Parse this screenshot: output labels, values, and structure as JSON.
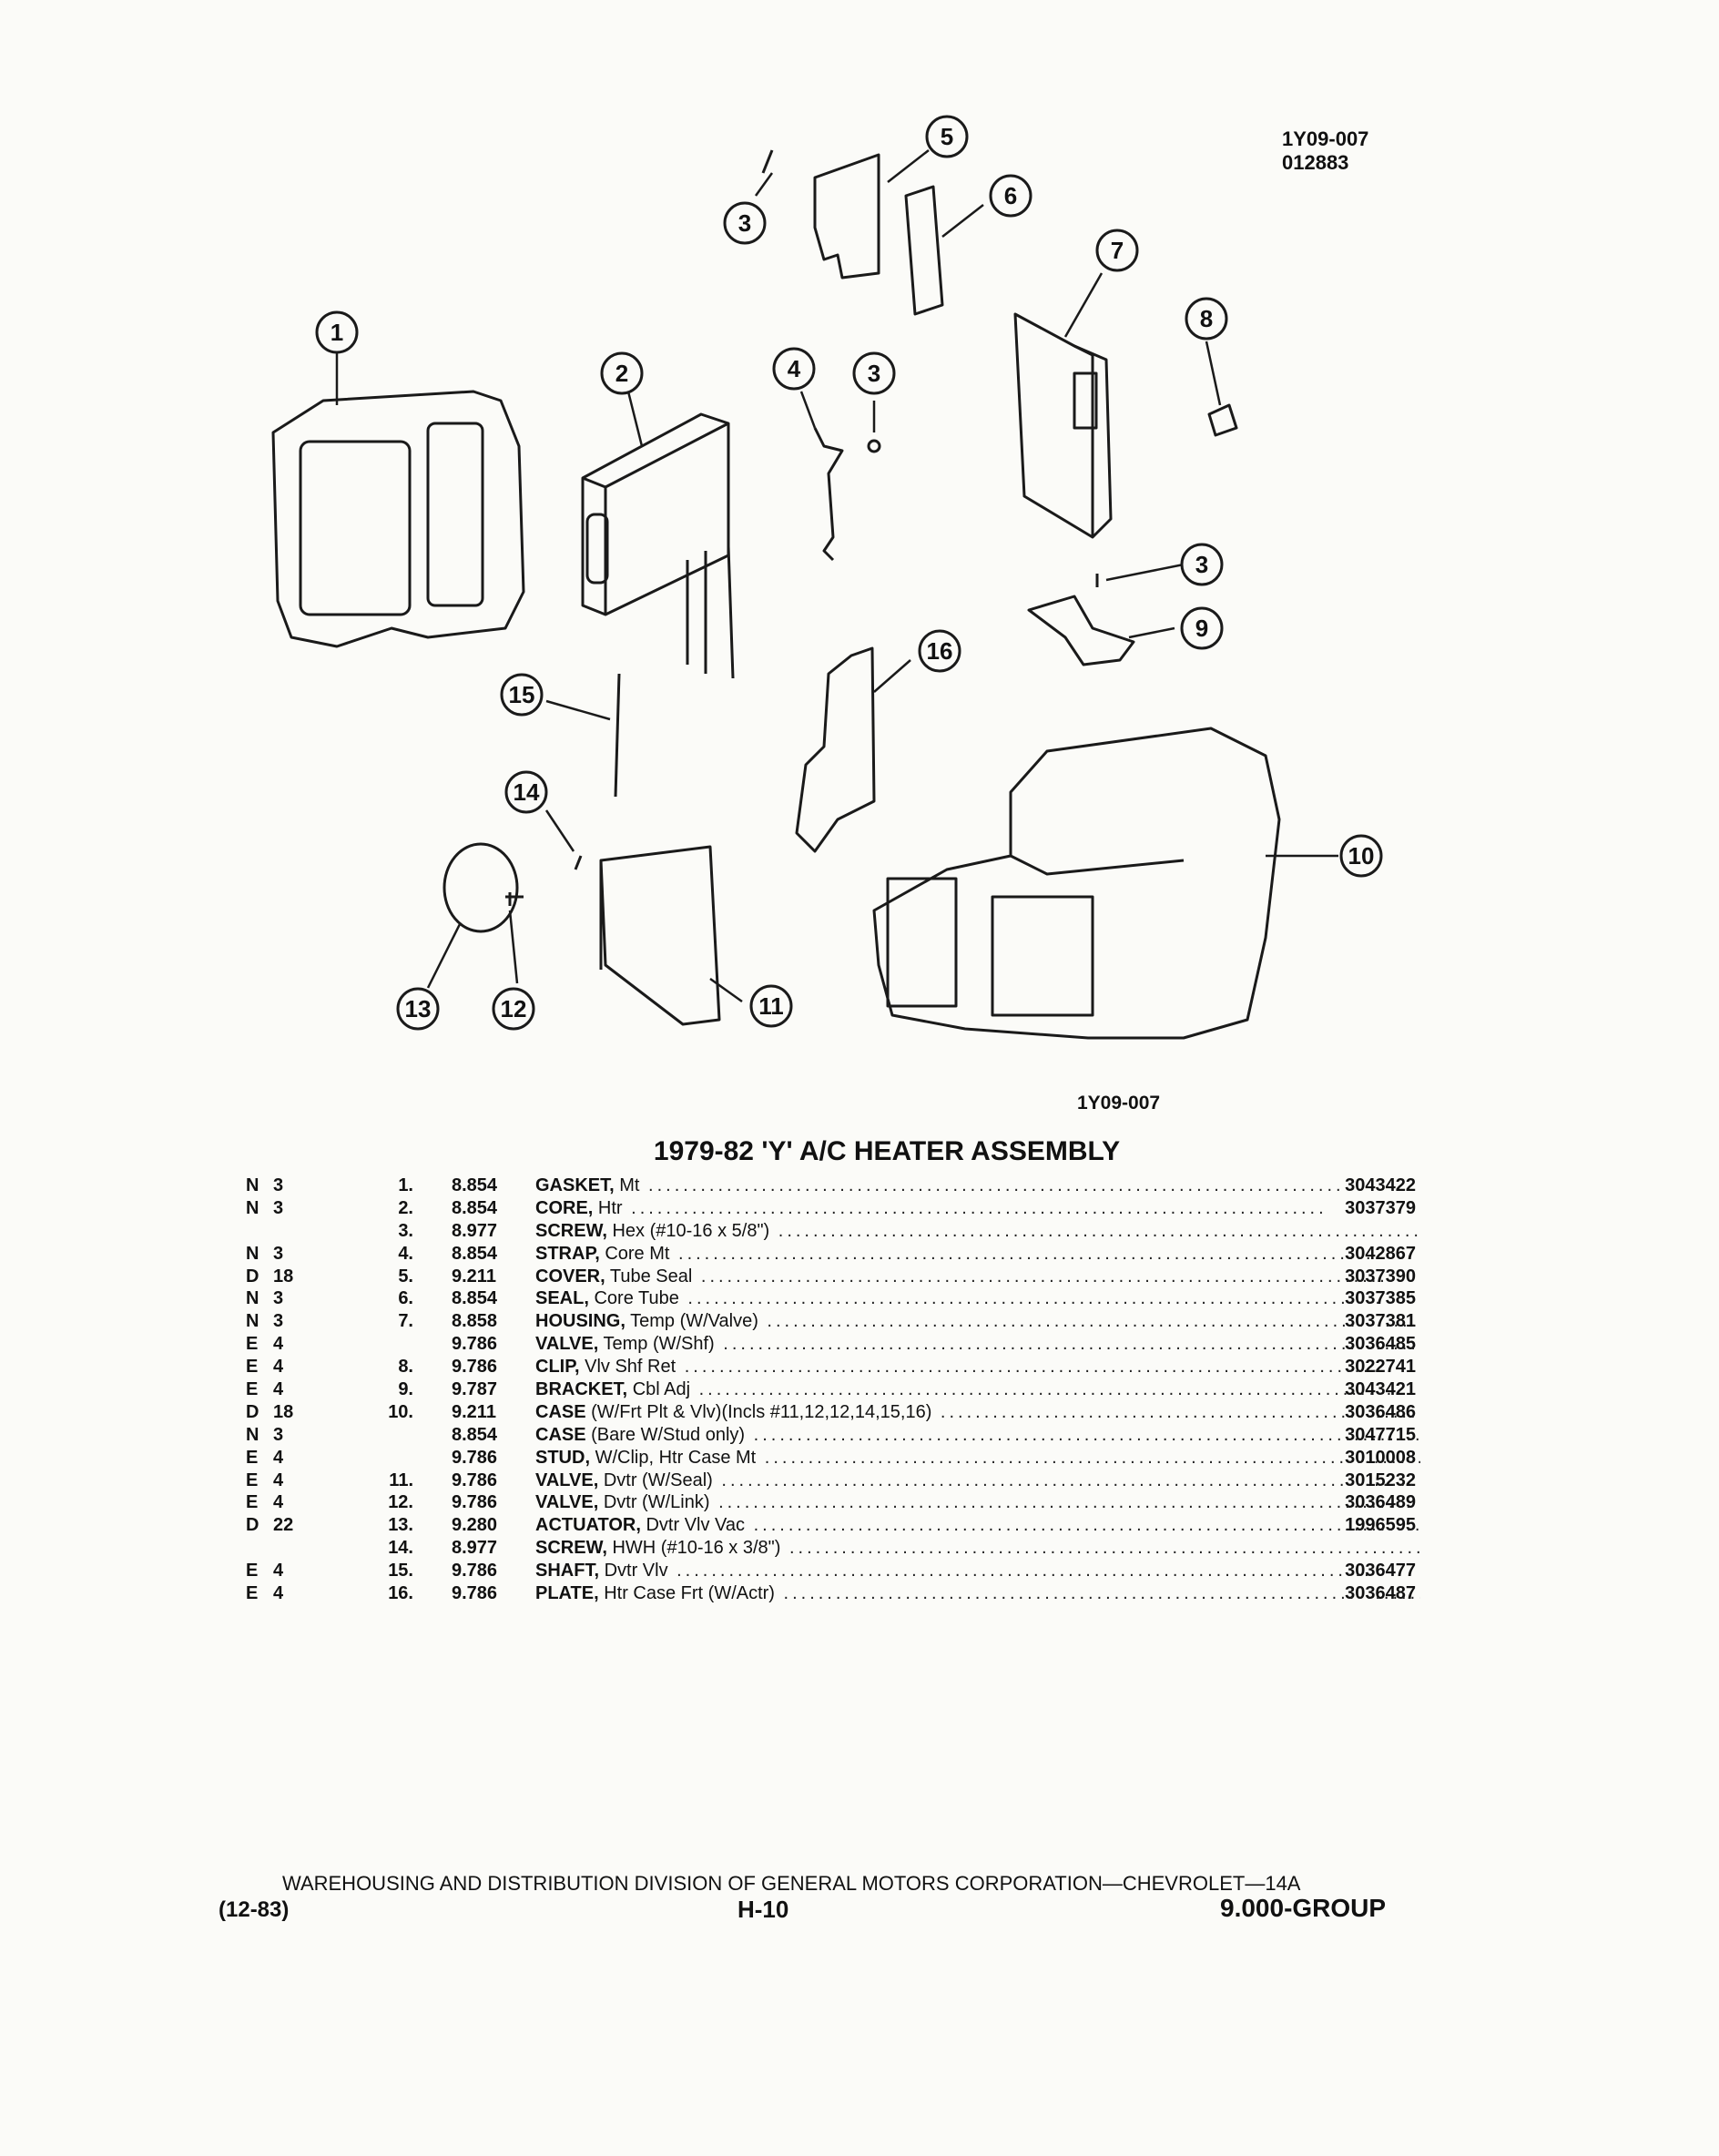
{
  "header": {
    "ref_code": "1Y09-007",
    "date_code": "012883"
  },
  "diagram": {
    "figure_code": "1Y09-007",
    "callouts": [
      "1",
      "2",
      "3",
      "3",
      "3",
      "4",
      "5",
      "6",
      "7",
      "8",
      "9",
      "10",
      "11",
      "12",
      "13",
      "14",
      "15",
      "16"
    ]
  },
  "parts_list": {
    "title": "1979-82 'Y' A/C HEATER ASSEMBLY",
    "rows": [
      {
        "code": "N",
        "qty": "3",
        "ref": "1.",
        "group": "8.854",
        "name": "GASKET,",
        "desc": "Mt",
        "part": "3043422"
      },
      {
        "code": "N",
        "qty": "3",
        "ref": "2.",
        "group": "8.854",
        "name": "CORE,",
        "desc": "Htr",
        "part": "3037379"
      },
      {
        "code": "",
        "qty": "",
        "ref": "3.",
        "group": "8.977",
        "name": "SCREW,",
        "desc": "Hex (#10-16 x 5/8\")",
        "part": ""
      },
      {
        "code": "N",
        "qty": "3",
        "ref": "4.",
        "group": "8.854",
        "name": "STRAP,",
        "desc": "Core Mt",
        "part": "3042867"
      },
      {
        "code": "D",
        "qty": "18",
        "ref": "5.",
        "group": "9.211",
        "name": "COVER,",
        "desc": "Tube Seal",
        "part": "3037390"
      },
      {
        "code": "N",
        "qty": "3",
        "ref": "6.",
        "group": "8.854",
        "name": "SEAL,",
        "desc": "Core Tube",
        "part": "3037385"
      },
      {
        "code": "N",
        "qty": "3",
        "ref": "7.",
        "group": "8.858",
        "name": "HOUSING,",
        "desc": "Temp (W/Valve)",
        "part": "3037381"
      },
      {
        "code": "E",
        "qty": "4",
        "ref": "",
        "group": "9.786",
        "name": "VALVE,",
        "desc": "Temp (W/Shf)",
        "part": "3036485"
      },
      {
        "code": "E",
        "qty": "4",
        "ref": "8.",
        "group": "9.786",
        "name": "CLIP,",
        "desc": "Vlv Shf Ret",
        "part": "3022741"
      },
      {
        "code": "E",
        "qty": "4",
        "ref": "9.",
        "group": "9.787",
        "name": "BRACKET,",
        "desc": "Cbl Adj",
        "part": "3043421"
      },
      {
        "code": "D",
        "qty": "18",
        "ref": "10.",
        "group": "9.211",
        "name": "CASE",
        "desc": "(W/Frt Plt & Vlv)(Incls #11,12,12,14,15,16)",
        "part": "3036486"
      },
      {
        "code": "N",
        "qty": "3",
        "ref": "",
        "group": "8.854",
        "name": "CASE",
        "desc": "(Bare W/Stud only)",
        "part": "3047715"
      },
      {
        "code": "E",
        "qty": "4",
        "ref": "",
        "group": "9.786",
        "name": "STUD,",
        "desc": "W/Clip, Htr Case Mt",
        "part": "3010008"
      },
      {
        "code": "E",
        "qty": "4",
        "ref": "11.",
        "group": "9.786",
        "name": "VALVE,",
        "desc": "Dvtr (W/Seal)",
        "part": "3015232"
      },
      {
        "code": "E",
        "qty": "4",
        "ref": "12.",
        "group": "9.786",
        "name": "VALVE,",
        "desc": "Dvtr (W/Link)",
        "part": "3036489"
      },
      {
        "code": "D",
        "qty": "22",
        "ref": "13.",
        "group": "9.280",
        "name": "ACTUATOR,",
        "desc": "Dvtr Vlv Vac",
        "part": "1996595"
      },
      {
        "code": "",
        "qty": "",
        "ref": "14.",
        "group": "8.977",
        "name": "SCREW,",
        "desc": "HWH (#10-16 x 3/8\")",
        "part": ""
      },
      {
        "code": "E",
        "qty": "4",
        "ref": "15.",
        "group": "9.786",
        "name": "SHAFT,",
        "desc": "Dvtr Vlv",
        "part": "3036477"
      },
      {
        "code": "E",
        "qty": "4",
        "ref": "16.",
        "group": "9.786",
        "name": "PLATE,",
        "desc": "Htr Case Frt (W/Actr)",
        "part": "3036487"
      }
    ]
  },
  "footer": {
    "corporation": "WAREHOUSING AND DISTRIBUTION DIVISION OF GENERAL MOTORS CORPORATION—CHEVROLET—14A",
    "date": "(12-83)",
    "page": "H-10",
    "group": "9.000-GROUP"
  }
}
